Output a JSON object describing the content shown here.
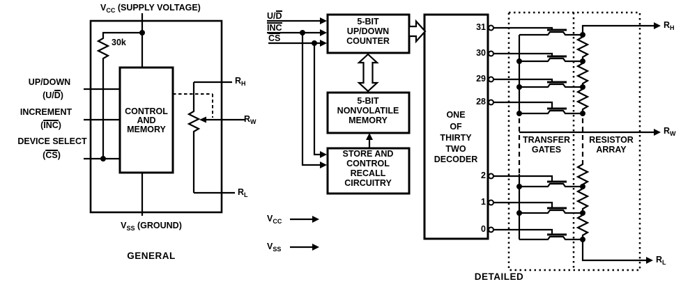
{
  "general": {
    "caption": "GENERAL",
    "vcc": {
      "base": "V",
      "sub": "CC",
      "rest": " (SUPPLY VOLTAGE)"
    },
    "vss": {
      "base": "V",
      "sub": "SS",
      "rest": " (GROUND)"
    },
    "pullup_value": "30k",
    "inputs": [
      {
        "label": "UP/DOWN",
        "pin_pre": "(U/",
        "pin_ov": "D",
        "pin_post": ")"
      },
      {
        "label": "INCREMENT",
        "pin_pre": "(",
        "pin_ov": "INC",
        "pin_post": ")"
      },
      {
        "label": "DEVICE SELECT",
        "pin_pre": "(",
        "pin_ov": "CS",
        "pin_post": ")"
      }
    ],
    "control_block": [
      "CONTROL",
      "AND",
      "MEMORY"
    ],
    "rh": {
      "base": "R",
      "sub": "H"
    },
    "rw": {
      "base": "R",
      "sub": "W"
    },
    "rl": {
      "base": "R",
      "sub": "L"
    }
  },
  "detailed": {
    "caption": "DETAILED",
    "signals": [
      {
        "pre": "U/",
        "ov": "D"
      },
      {
        "pre": "",
        "ov": "INC"
      },
      {
        "pre": "",
        "ov": "CS"
      }
    ],
    "counter_block": [
      "5-BIT",
      "UP/DOWN",
      "COUNTER"
    ],
    "memory_block": [
      "5-BIT",
      "NONVOLATILE",
      "MEMORY"
    ],
    "store_block": [
      "STORE AND",
      "CONTROL",
      "RECALL",
      "CIRCUITRY"
    ],
    "decoder_block": [
      "ONE",
      "OF",
      "THIRTY",
      "TWO",
      "DECODER"
    ],
    "decoder_pins": [
      "31",
      "30",
      "29",
      "28",
      "2",
      "1",
      "0"
    ],
    "transfer_gates_label": [
      "TRANSFER",
      "GATES"
    ],
    "resistor_array_label": [
      "RESISTOR",
      "ARRAY"
    ],
    "vcc": {
      "base": "V",
      "sub": "CC"
    },
    "vss": {
      "base": "V",
      "sub": "SS"
    },
    "rh": {
      "base": "R",
      "sub": "H"
    },
    "rw": {
      "base": "R",
      "sub": "W"
    },
    "rl": {
      "base": "R",
      "sub": "L"
    }
  },
  "colors": {
    "line": "#000000",
    "background": "#ffffff"
  }
}
